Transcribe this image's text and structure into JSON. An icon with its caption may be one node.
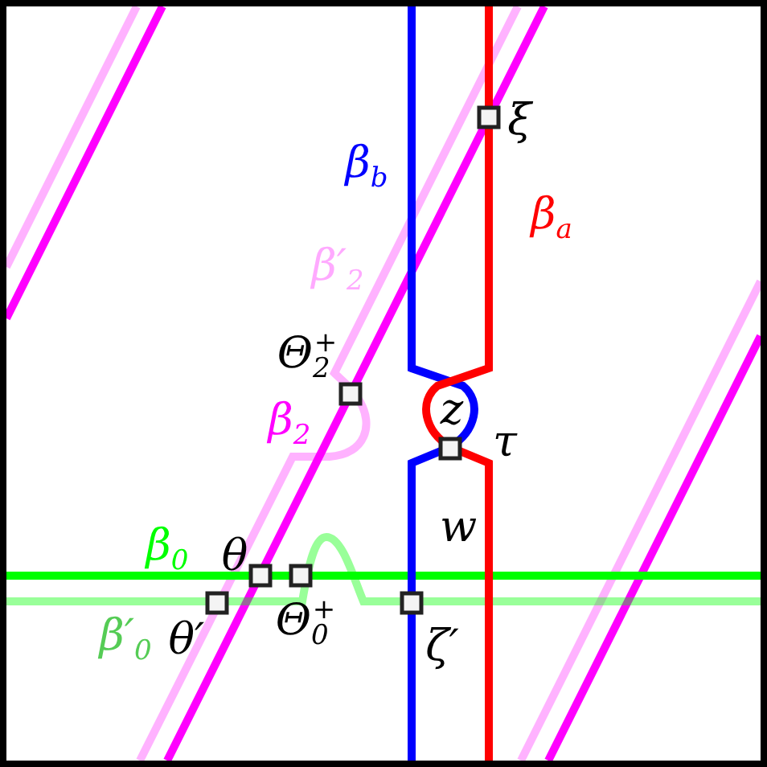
{
  "diagram": {
    "labels": [
      "ξ",
      "β$_{b}$",
      "β$_{a}$",
      "β′$_{2}$",
      "Θ$_{2}$$^{+}$",
      "z",
      "β$_{2}$",
      "τ",
      "w",
      "β$_{0}$",
      "θ",
      "β′$_{0}$",
      "θ′",
      "Θ$_{0}$$^{+}$",
      "ζ′"
    ]
  }
}
